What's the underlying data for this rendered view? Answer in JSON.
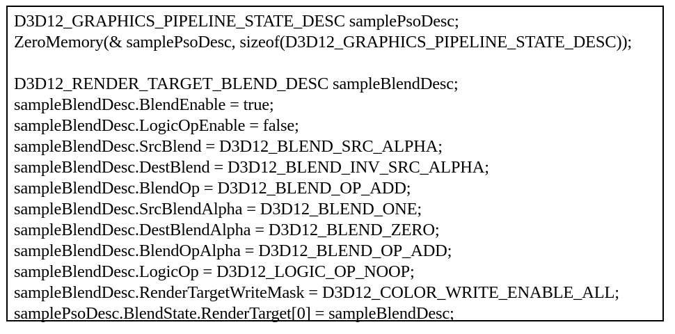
{
  "code_block": {
    "lines": [
      "D3D12_GRAPHICS_PIPELINE_STATE_DESC samplePsoDesc;",
      "ZeroMemory(& samplePsoDesc, sizeof(D3D12_GRAPHICS_PIPELINE_STATE_DESC));",
      "",
      "D3D12_RENDER_TARGET_BLEND_DESC sampleBlendDesc;",
      "sampleBlendDesc.BlendEnable = true;",
      "sampleBlendDesc.LogicOpEnable = false;",
      "sampleBlendDesc.SrcBlend = D3D12_BLEND_SRC_ALPHA;",
      "sampleBlendDesc.DestBlend = D3D12_BLEND_INV_SRC_ALPHA;",
      "sampleBlendDesc.BlendOp = D3D12_BLEND_OP_ADD;",
      "sampleBlendDesc.SrcBlendAlpha = D3D12_BLEND_ONE;",
      "sampleBlendDesc.DestBlendAlpha = D3D12_BLEND_ZERO;",
      "sampleBlendDesc.BlendOpAlpha = D3D12_BLEND_OP_ADD;",
      "sampleBlendDesc.LogicOp = D3D12_LOGIC_OP_NOOP;",
      "sampleBlendDesc.RenderTargetWriteMask = D3D12_COLOR_WRITE_ENABLE_ALL;",
      "samplePsoDesc.BlendState.RenderTarget[0] = sampleBlendDesc;"
    ]
  },
  "colors": {
    "text": "#000000",
    "border": "#000000",
    "background": "#ffffff"
  }
}
